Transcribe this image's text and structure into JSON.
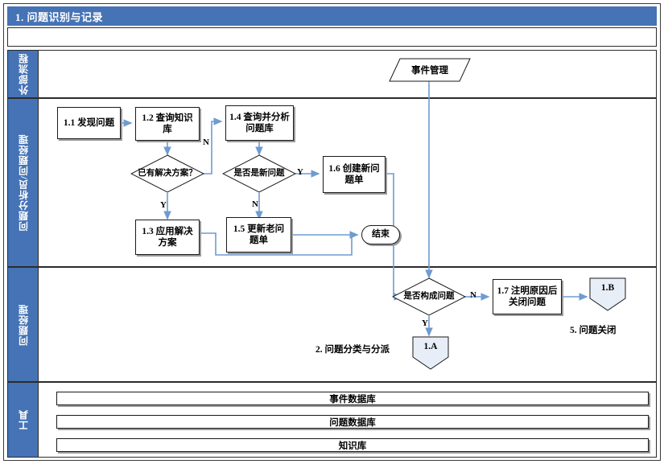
{
  "title": "1. 问题识别与记录",
  "lanes": [
    {
      "name": "外部流程"
    },
    {
      "name": "问题分析员/问题经理"
    },
    {
      "name": "问题经理"
    },
    {
      "name": "工具"
    }
  ],
  "nodes": {
    "incident_mgmt": "事件管理",
    "n11": "1.1 发现问题",
    "n12": "1.2 查询知识库",
    "d_has_solution": "已有解决方案？",
    "n14": "1.4 查询并分析问题库",
    "d_is_new": "是否是新问题",
    "n16": "1.6 创建新问题单",
    "n13": "1.3 应用解决方案",
    "n15": "1.5 更新老问题单",
    "end": "结束",
    "d_is_problem": "是否构成问题",
    "n17": "1.7 注明原因后关闭问题",
    "conn_1a": "1.A",
    "conn_1b": "1.B"
  },
  "captions": {
    "next_process": "2. 问题分类与分派",
    "problem_closed": "5. 问题关闭"
  },
  "edge_labels": {
    "has_solution_no": "N",
    "has_solution_yes": "Y",
    "is_new_yes": "Y",
    "is_new_no": "N",
    "is_problem_no": "N",
    "is_problem_yes": "Y"
  },
  "tools": [
    {
      "label": "事件数据库"
    },
    {
      "label": "问题数据库"
    },
    {
      "label": "知识库"
    }
  ],
  "colors": {
    "header_blue": "#4573B5",
    "connector_blue": "#6F9BD1",
    "shape_fill": "#FFFFFF",
    "border": "#1A1A1A",
    "shadow": "#9A9A9A"
  }
}
